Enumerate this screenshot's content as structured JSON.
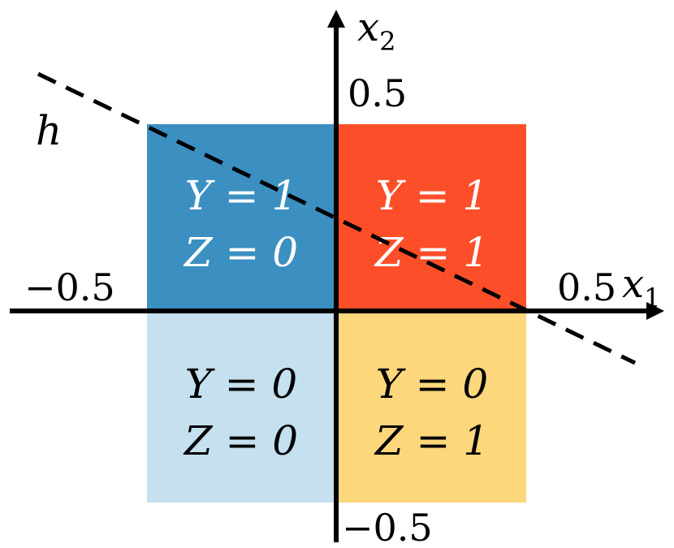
{
  "axes": {
    "x_label": "x",
    "x_sub": "1",
    "y_label": "x",
    "y_sub": "2",
    "x_neg_tick": "−0.5",
    "x_pos_tick": "0.5",
    "y_pos_tick": "0.5",
    "y_neg_tick": "−0.5"
  },
  "line": {
    "label": "h",
    "style": "dashed"
  },
  "quadrants": [
    {
      "id": "top-left",
      "color": "#3b8fc1",
      "text_color": "#ffffff",
      "y_text": "Y = 1",
      "z_text": "Z = 0"
    },
    {
      "id": "top-right",
      "color": "#fd4e2a",
      "text_color": "#ffffff",
      "y_text": "Y = 1",
      "z_text": "Z = 1"
    },
    {
      "id": "bottom-left",
      "color": "#c5e0ef",
      "text_color": "#000000",
      "y_text": "Y = 0",
      "z_text": "Z = 0"
    },
    {
      "id": "bottom-right",
      "color": "#fdd77b",
      "text_color": "#000000",
      "y_text": "Y = 0",
      "z_text": "Z = 1"
    }
  ]
}
